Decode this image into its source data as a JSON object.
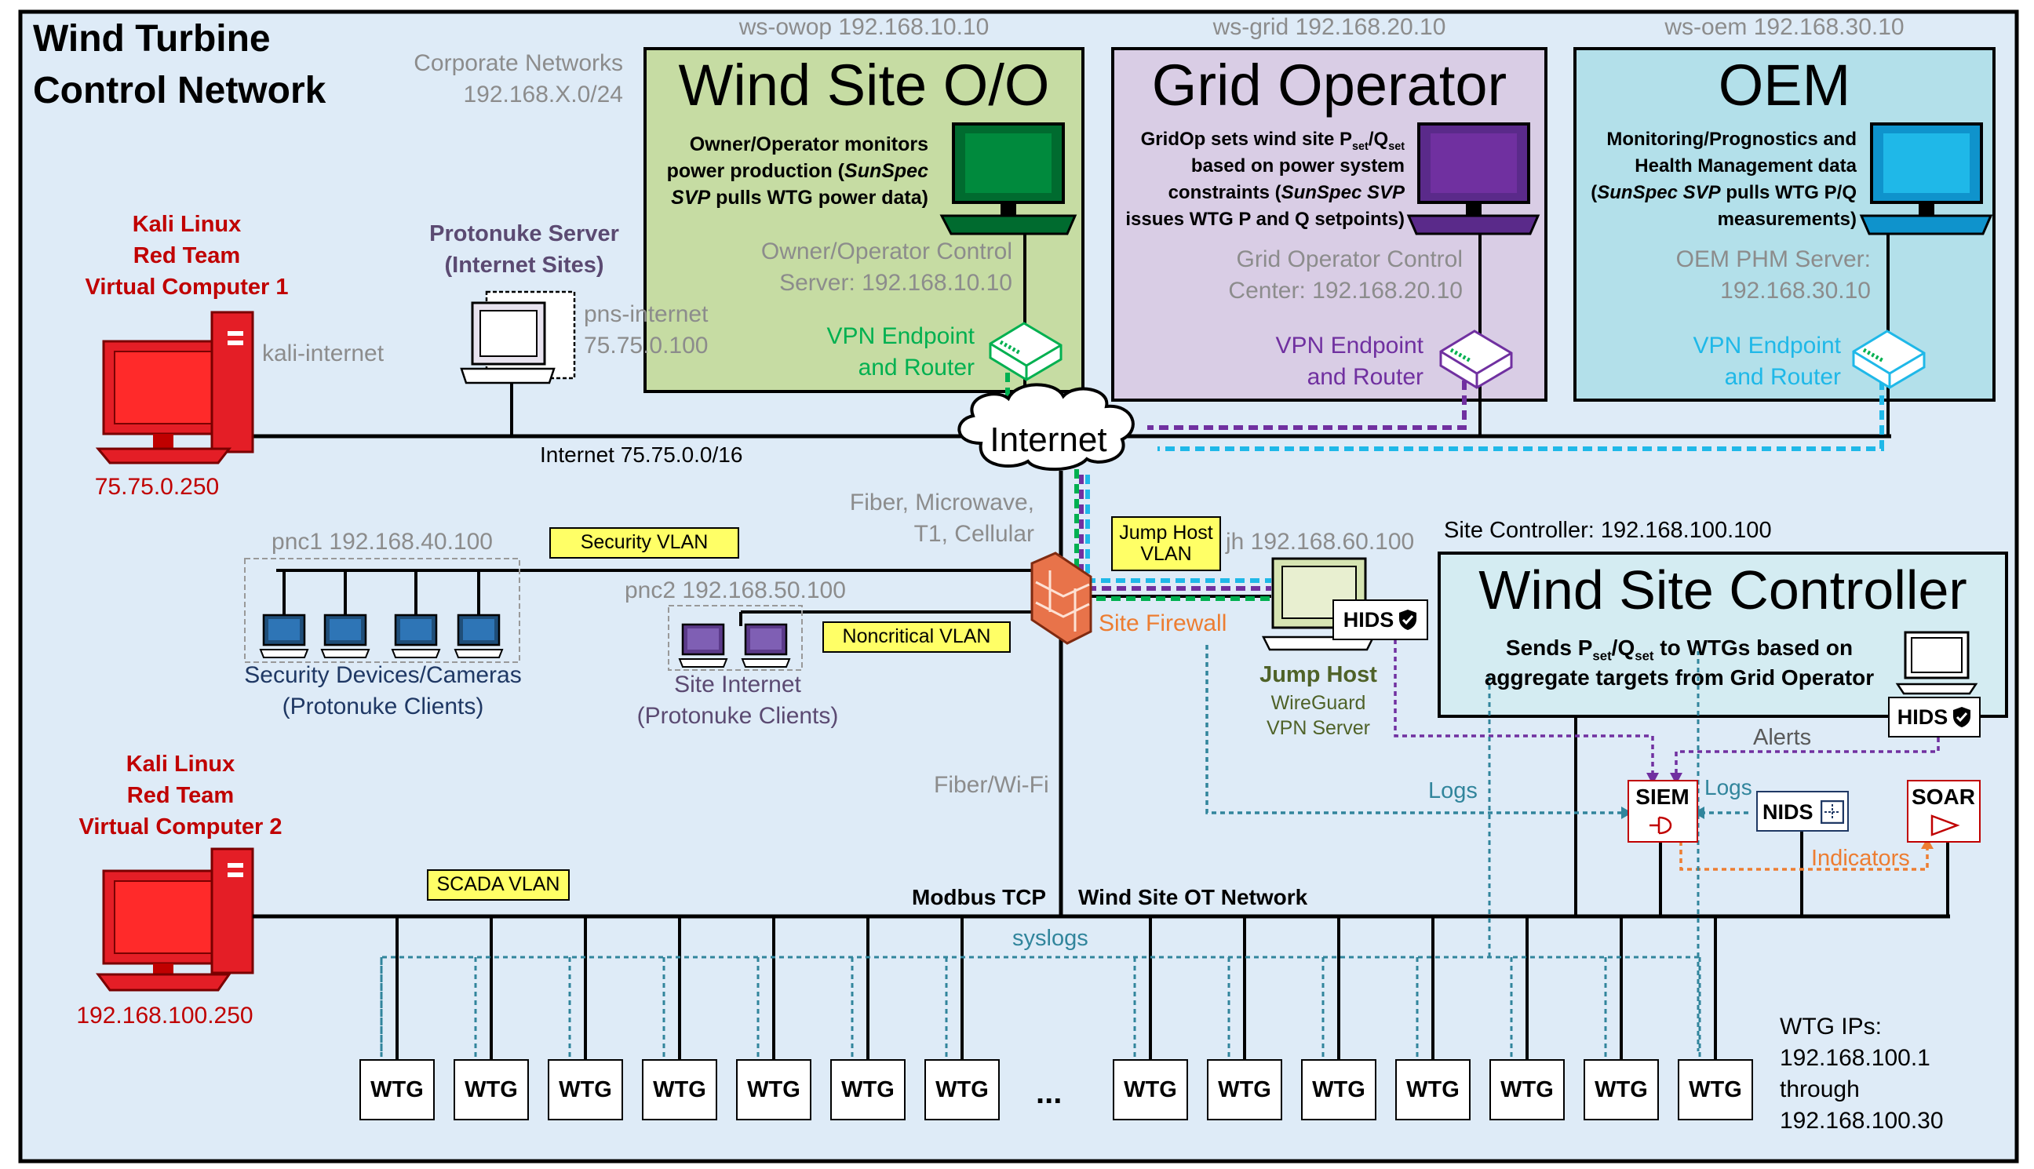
{
  "title": {
    "line1": "Wind Turbine",
    "line2": "Control Network"
  },
  "corporate": {
    "line1": "Corporate Networks",
    "line2": "192.168.X.0/24"
  },
  "sites": {
    "owop": {
      "host": "ws-owop 192.168.10.10",
      "title": "Wind Site O/O",
      "desc1": "Owner/Operator monitors",
      "desc2": "power production (SunSpec",
      "desc3": "SVP pulls WTG power data)",
      "server1": "Owner/Operator Control",
      "server2": "Server: 192.168.10.10",
      "vpn1": "VPN Endpoint",
      "vpn2": "and Router"
    },
    "grid": {
      "host": "ws-grid 192.168.20.10",
      "title": "Grid Operator",
      "desc1": "GridOp sets wind site Pset/Qset",
      "desc2": "based on power system",
      "desc3": "constraints (SunSpec SVP",
      "desc4": "issues WTG P and Q setpoints)",
      "server1": "Grid Operator Control",
      "server2": "Center: 192.168.20.10",
      "vpn1": "VPN Endpoint",
      "vpn2": "and Router"
    },
    "oem": {
      "host": "ws-oem 192.168.30.10",
      "title": "OEM",
      "desc1": "Monitoring/Prognostics and",
      "desc2": "Health Management data",
      "desc3": "(SunSpec SVP pulls WTG P/Q",
      "desc4": "measurements)",
      "server1": "OEM PHM Server:",
      "server2": "192.168.30.10",
      "vpn1": "VPN Endpoint",
      "vpn2": "and Router"
    }
  },
  "kali1": {
    "l1": "Kali Linux",
    "l2": "Red Team",
    "l3": "Virtual Computer 1",
    "host": "kali-internet",
    "ip": "75.75.0.250"
  },
  "kali2": {
    "l1": "Kali Linux",
    "l2": "Red Team",
    "l3": "Virtual Computer 2",
    "ip": "192.168.100.250"
  },
  "protonuke": {
    "l1": "Protonuke Server",
    "l2": "(Internet Sites)",
    "host": "pns-internet",
    "ip": "75.75.0.100"
  },
  "internet": {
    "cloud": "Internet",
    "net": "Internet 75.75.0.0/16",
    "links1": "Fiber, Microwave,",
    "links2": "T1, Cellular"
  },
  "vlans": {
    "security": "Security  VLAN",
    "noncritical": "Noncritical VLAN",
    "jump1": "Jump Host",
    "jump2": "VLAN",
    "scada": "SCADA VLAN"
  },
  "pnc1": {
    "host": "pnc1 192.168.40.100",
    "l1": "Security Devices/Cameras",
    "l2": "(Protonuke Clients)"
  },
  "pnc2": {
    "host": "pnc2 192.168.50.100",
    "l1": "Site Internet",
    "l2": "(Protonuke Clients)"
  },
  "firewall": "Site Firewall",
  "jumphost": {
    "host": "jh 192.168.60.100",
    "title": "Jump Host",
    "l1": "WireGuard",
    "l2": "VPN Server",
    "hids": "HIDS"
  },
  "controller": {
    "label": "Site Controller: 192.168.100.100",
    "title": "Wind Site Controller",
    "desc1": "Sends Pset/Qset to WTGs based on",
    "desc2": "aggregate targets from Grid Operator",
    "hids": "HIDS"
  },
  "security_stack": {
    "siem": "SIEM",
    "nids": "NIDS",
    "soar": "SOAR",
    "alerts": "Alerts",
    "logs1": "Logs",
    "logs2": "Logs",
    "indicators": "Indicators"
  },
  "ot": {
    "fiber": "Fiber/Wi-Fi",
    "modbus": "Modbus TCP",
    "network": "Wind Site OT Network",
    "syslogs": "syslogs"
  },
  "wtg": {
    "label": "WTG",
    "ellipsis": "...",
    "ips1": "WTG IPs:",
    "ips2": "192.168.100.1",
    "ips3": "through",
    "ips4": "192.168.100.30"
  },
  "colors": {
    "owop_fill": "#c6dca3",
    "grid_fill": "#d9cde5",
    "oem_fill": "#b3e0ea",
    "ctrl_fill": "#d4ecf2",
    "bg": "#deebf7",
    "green_link": "#00b050",
    "purple_link": "#7030a0",
    "blue_link": "#1fb8e8",
    "teal_link": "#31859c",
    "orange_link": "#ed7d31"
  }
}
